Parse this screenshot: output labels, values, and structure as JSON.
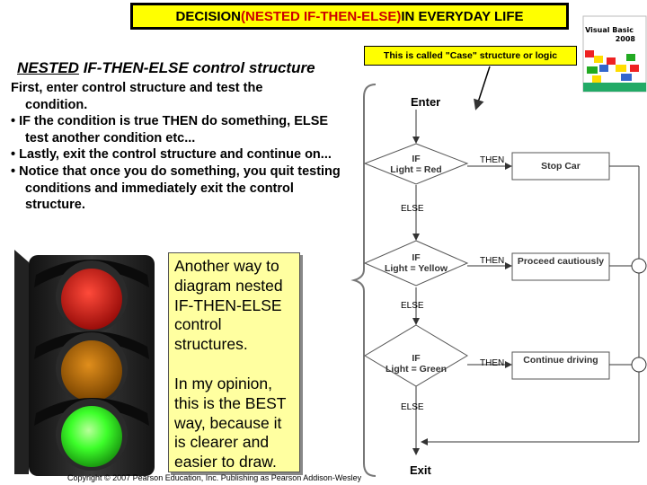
{
  "title": {
    "part1": "DECISION ",
    "part2": "(NESTED IF-THEN-ELSE)",
    "part3": " IN EVERYDAY LIFE"
  },
  "heading": {
    "underlined": "NESTED",
    "rest": " IF-THEN-ELSE control structure"
  },
  "intro": {
    "line1": "First, enter control structure and test the",
    "line1b": "condition.",
    "bullets": [
      "• IF the condition is true THEN do something, ELSE test another condition etc...",
      "• Lastly, exit the control structure and continue on...",
      "• Notice that once you do something,  you quit testing conditions and immediately exit the control structure."
    ]
  },
  "note": {
    "para1": "Another way to diagram nested IF-THEN-ELSE control structures.",
    "para2": "In my opinion, this is the BEST way, because it is clearer and easier to draw."
  },
  "case_label": "This is called \"Case\" structure or logic",
  "flow": {
    "enter": "Enter",
    "exit": "Exit",
    "decisions": [
      {
        "if": "IF",
        "cond": "Light = Red",
        "then": "THEN",
        "else": "ELSE",
        "action": "Stop Car"
      },
      {
        "if": "IF",
        "cond": "Light = Yellow",
        "then": "THEN",
        "else": "ELSE",
        "action": "Proceed cautiously"
      },
      {
        "if": "IF",
        "cond": "Light = Green",
        "then": "THEN",
        "else": "ELSE",
        "action": "Continue driving"
      }
    ]
  },
  "book": {
    "title": "Visual Basic",
    "year": "2008"
  },
  "copyright": "Copyright © 2007 Pearson Education, Inc. Publishing as Pearson Addison-Wesley",
  "colors": {
    "title_bg": "#ffff00",
    "note_bg": "#ffffa0",
    "red_light": "#e8191c",
    "amber_light": "#c77a08",
    "green_light": "#3dff2a"
  }
}
